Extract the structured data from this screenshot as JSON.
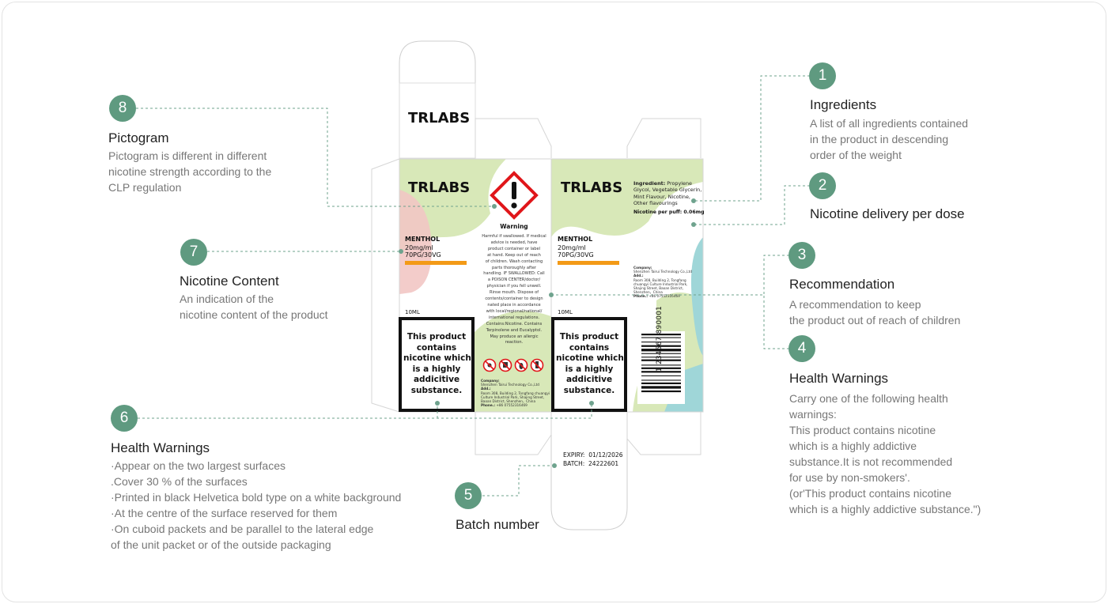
{
  "colors": {
    "accent": "#5f9a80",
    "leader": "#6fa38e",
    "packet_green": "#d8e8b8",
    "packet_blue": "#9fd6d8",
    "packet_pink": "#f2c7c4",
    "nicotine_bar": "#f39a17",
    "hazard_red": "#e0161a"
  },
  "annotations": [
    {
      "num": "1",
      "title": "Ingredients",
      "desc": [
        "A list of all ingredients contained",
        "in the product in descending",
        "order of the weight"
      ]
    },
    {
      "num": "2",
      "title": "Nicotine delivery per dose",
      "desc": []
    },
    {
      "num": "3",
      "title": "Recommendation",
      "desc": [
        "A recommendation to keep",
        "the product out of reach of children"
      ]
    },
    {
      "num": "4",
      "title": "Health Warnings",
      "desc": [
        "Carry one of the following health",
        "warnings:",
        "This product contains nicotine",
        "which is a highly addictive",
        "substance.It is not recommended",
        "for use by non-smokers'.",
        "(or'This product contains nicotine",
        "which is a highly addictive substance.\")"
      ]
    },
    {
      "num": "5",
      "title": "Batch number",
      "desc": []
    },
    {
      "num": "6",
      "title": "Health Warnings",
      "desc": [
        "·Appear on the two largest surfaces",
        ".Cover 30 % of the surfaces",
        "·Printed in black Helvetica bold type on a white background",
        "·At the centre of the surface reserved for them",
        "·On cuboid packets and be parallel to the lateral edge",
        " of the unit packet or of the outside packaging"
      ]
    },
    {
      "num": "7",
      "title": "Nicotine Content",
      "desc": [
        "An indication of the",
        "nicotine content of the product"
      ]
    },
    {
      "num": "8",
      "title": "Pictogram",
      "desc": [
        "Pictogram is different in different",
        "nicotine strength according to the",
        "CLP regulation"
      ]
    }
  ],
  "packet": {
    "brand": "TRLABS",
    "flavor": "MENTHOL",
    "strength": "20mg/ml",
    "ratio": "70PG/30VG",
    "volume": "10ML",
    "warning_box": [
      "This product",
      "contains",
      "nicotine which",
      "is a highly",
      "addicitive",
      "substance."
    ],
    "warning_title": "Warning",
    "warning_text": [
      "Harmful if swallowed. If medical",
      "advice is needed, have",
      "product container or label",
      "at hand. Keep out of reach",
      "of children. Wash contacting",
      "parts thoroughly  after",
      "handling. IF SWALLOWED: Call",
      "a POISON CENTER/doctor/",
      "physician if you fell unwell.",
      "Rinse mouth. Dispose of",
      "contents/container to design",
      "nated place in accordance",
      "with local/regional/national/",
      "international regulations.",
      "Contains:Nicotine. Contains",
      "Terpinolene and Eucalyptol.",
      "May produce an allergic",
      "reaction."
    ],
    "company_label": "Company:",
    "company_name": "Shenzhen Tairui Technology Co.,Ltd",
    "address_label": "Add.:",
    "address_center": [
      "Room 308, Building 2, Tongfang chuangyi",
      "Culture Industrial Park, Shajing Street,",
      "Baoan District, Shenzhen，China"
    ],
    "address_right": [
      "Room 308, Building 2, Tongfang",
      "chuangyi Culture Industrial Park,",
      "Shajing Street, Baoan District,",
      "Shenzhen，China"
    ],
    "phone_label": "Phone.:",
    "phone_value": "+86 07552316469",
    "ingredient_label": "Ingredient:",
    "ingredient_lines": [
      " Propylene",
      "Glycol, Vegetable Glycerin,",
      "Mint Flavour, Nicotine,",
      "Other flavourings"
    ],
    "nicotine_per_puff": "Nicotine per puff: 0.06mg",
    "barcode_number": "1 234567 890001",
    "expiry_label": "EXPIRY:",
    "expiry_value": "01/12/2026",
    "batch_label": "BATCH:",
    "batch_value": "24222601"
  }
}
